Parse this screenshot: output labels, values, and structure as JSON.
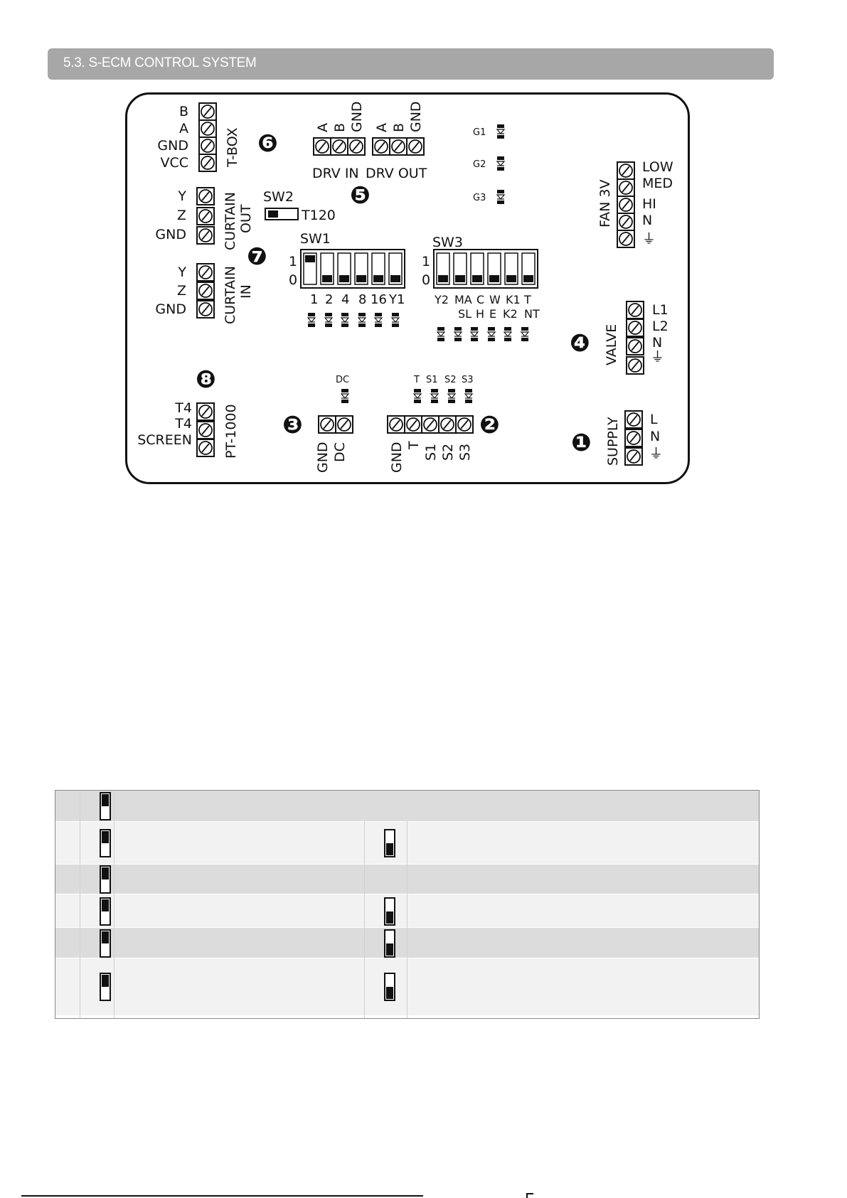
{
  "header": {
    "title": "5.3. S-ECM CONTROL SYSTEM"
  },
  "board": {
    "numbers": [
      "❻",
      "❺",
      "❼",
      "❹",
      "❽",
      "❸",
      "❷",
      "❶"
    ],
    "tbox": {
      "label": "T-BOX",
      "pins": [
        "B",
        "A",
        "GND",
        "VCC"
      ]
    },
    "drv": {
      "in_label": "DRV IN",
      "out_label": "DRV OUT",
      "pins": [
        "A",
        "B",
        "GND"
      ]
    },
    "leds_g": [
      "G1",
      "G2",
      "G3"
    ],
    "fan": {
      "label": "FAN 3V",
      "pins": [
        "LOW",
        "MED",
        "HI",
        "N",
        "⏚"
      ]
    },
    "sw2": {
      "label": "SW2",
      "value": "T120"
    },
    "curtain_out": {
      "label1": "CURTAIN",
      "label2": "OUT",
      "pins": [
        "Y",
        "Z",
        "GND"
      ]
    },
    "curtain_in": {
      "label1": "CURTAIN",
      "label2": "IN",
      "pins": [
        "Y",
        "Z",
        "GND"
      ]
    },
    "sw1": {
      "label": "SW1",
      "one": "1",
      "zero": "0",
      "labels": [
        "1",
        "2",
        "4",
        "8",
        "16",
        "Y1"
      ],
      "states": [
        1,
        0,
        0,
        0,
        0,
        0
      ]
    },
    "sw3": {
      "label": "SW3",
      "one": "1",
      "zero": "0",
      "labels_top": [
        "Y2",
        "MA",
        "C",
        "W",
        "K1",
        "T"
      ],
      "labels_bottom": [
        "SL",
        "H",
        "E",
        "K2",
        "NT"
      ],
      "states": [
        0,
        0,
        0,
        0,
        0,
        0
      ]
    },
    "valve": {
      "label": "VALVE",
      "pins": [
        "L1",
        "L2",
        "N",
        "⏚"
      ]
    },
    "pt1000": {
      "label": "PT-1000",
      "pins": [
        "T4",
        "T4",
        "SCREEN"
      ]
    },
    "dc": {
      "led": "DC",
      "pins": [
        "GND",
        "DC"
      ]
    },
    "sensors": {
      "leds": [
        "T",
        "S1",
        "S2",
        "S3"
      ],
      "pins": [
        "GND",
        "T",
        "S1",
        "S2",
        "S3"
      ]
    },
    "supply": {
      "label": "SUPPLY",
      "pins": [
        "L",
        "N",
        "⏚"
      ]
    }
  },
  "table": {
    "rows": [
      {
        "first": "up",
        "second": null
      },
      {
        "first": "up",
        "second": "down"
      },
      {
        "first": "up",
        "second": null
      },
      {
        "first": "up",
        "second": "down"
      },
      {
        "first": "up",
        "second": "down"
      },
      {
        "first": "up",
        "second": "down"
      }
    ]
  }
}
